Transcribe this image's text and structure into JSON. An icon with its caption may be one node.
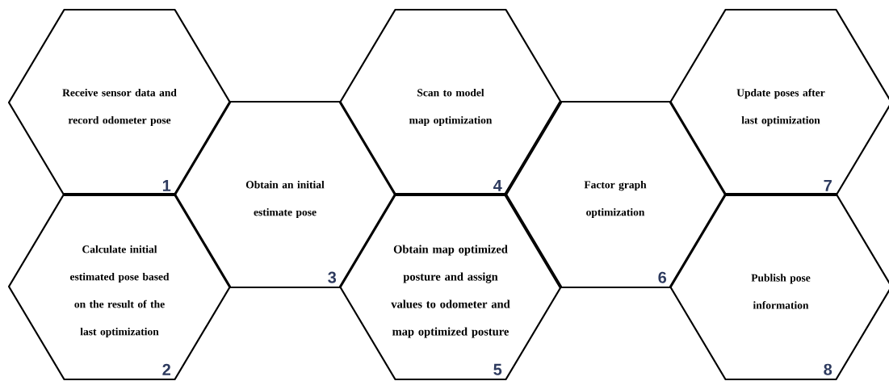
{
  "diagram": {
    "nodes": [
      {
        "text": [
          "Receive sensor data and record odometer pose",
          "1"
        ]
      },
      {
        "text": [
          "Calculate initial estimated pose based on the result of the last optimization",
          "2"
        ]
      },
      {
        "text": [
          "Obtain an initial estimate pose",
          "3"
        ]
      },
      {
        "text": [
          "Scan to model map optimization",
          "4"
        ]
      },
      {
        "text": [
          "Obtain map optimized posture and assign values to odometer and map optimized posture",
          "5"
        ]
      },
      {
        "text": [
          "Factor graph optimization",
          "6"
        ]
      },
      {
        "text": [
          "Update poses after last optimization",
          "7"
        ]
      },
      {
        "text": [
          "Publish pose information",
          "8"
        ]
      }
    ]
  }
}
